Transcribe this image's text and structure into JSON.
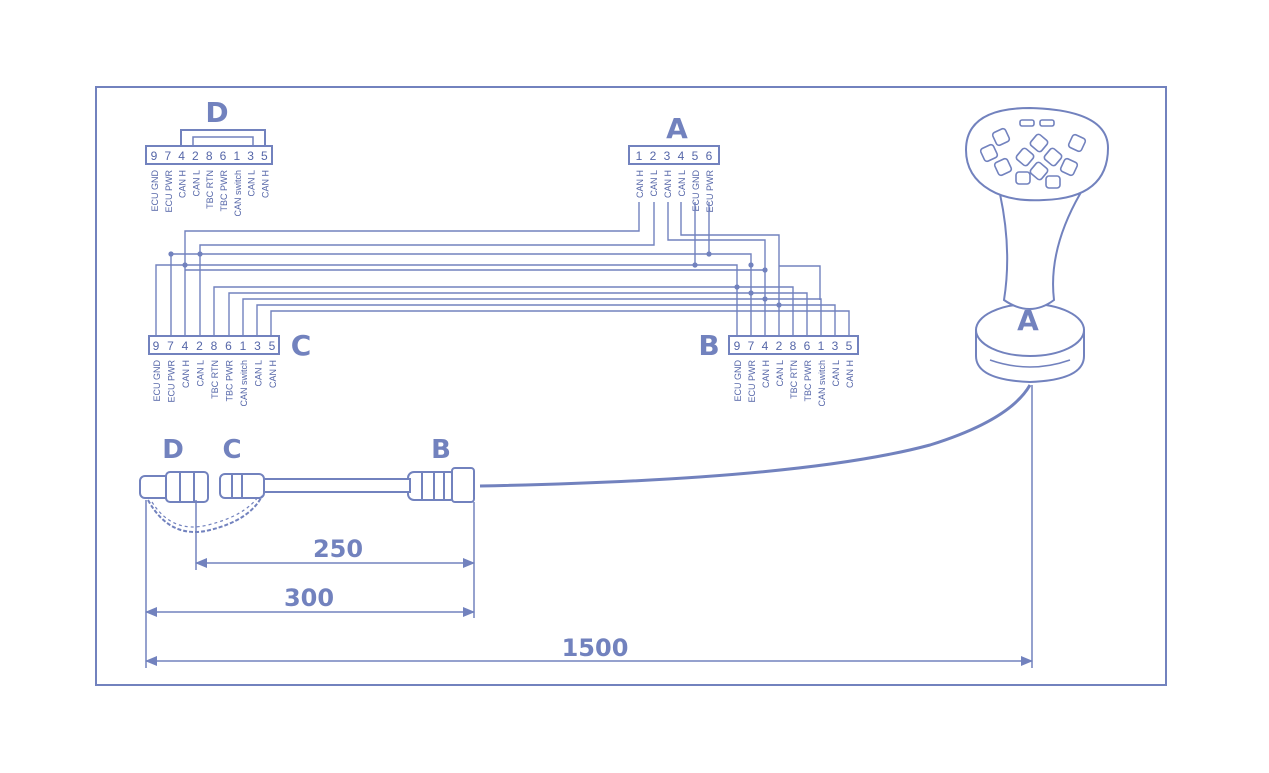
{
  "colors": {
    "line": "#7282be",
    "text": "#5566a8",
    "fill": "#eef0f8",
    "background": "#ffffff"
  },
  "connectors": {
    "A": {
      "label": "A",
      "pins": [
        "1",
        "2",
        "3",
        "4",
        "5",
        "6"
      ],
      "signals": [
        "CAN H",
        "CAN L",
        "CAN H",
        "CAN L",
        "ECU GND",
        "ECU PWR"
      ]
    },
    "B": {
      "label": "B",
      "pins": [
        "9",
        "7",
        "4",
        "2",
        "8",
        "6",
        "1",
        "3",
        "5"
      ],
      "signals": [
        "ECU GND",
        "ECU PWR",
        "CAN H",
        "CAN L",
        "TBC RTN",
        "TBC PWR",
        "CAN switch",
        "CAN L",
        "CAN H"
      ]
    },
    "C": {
      "label": "C",
      "pins": [
        "9",
        "7",
        "4",
        "2",
        "8",
        "6",
        "1",
        "3",
        "5"
      ],
      "signals": [
        "ECU GND",
        "ECU PWR",
        "CAN H",
        "CAN L",
        "TBC RTN",
        "TBC PWR",
        "CAN switch",
        "CAN L",
        "CAN H"
      ]
    },
    "D": {
      "label": "D",
      "pins": [
        "9",
        "7",
        "4",
        "2",
        "8",
        "6",
        "1",
        "3",
        "5"
      ],
      "signals": [
        "ECU GND",
        "ECU PWR",
        "CAN H",
        "CAN L",
        "TBC RTN",
        "TBC PWR",
        "CAN switch",
        "CAN L",
        "CAN H"
      ]
    }
  },
  "device": {
    "label": "A"
  },
  "cable_labels": {
    "d": "D",
    "c": "C",
    "b": "B"
  },
  "dimensions": {
    "short": "250",
    "mid": "300",
    "long": "1500"
  }
}
